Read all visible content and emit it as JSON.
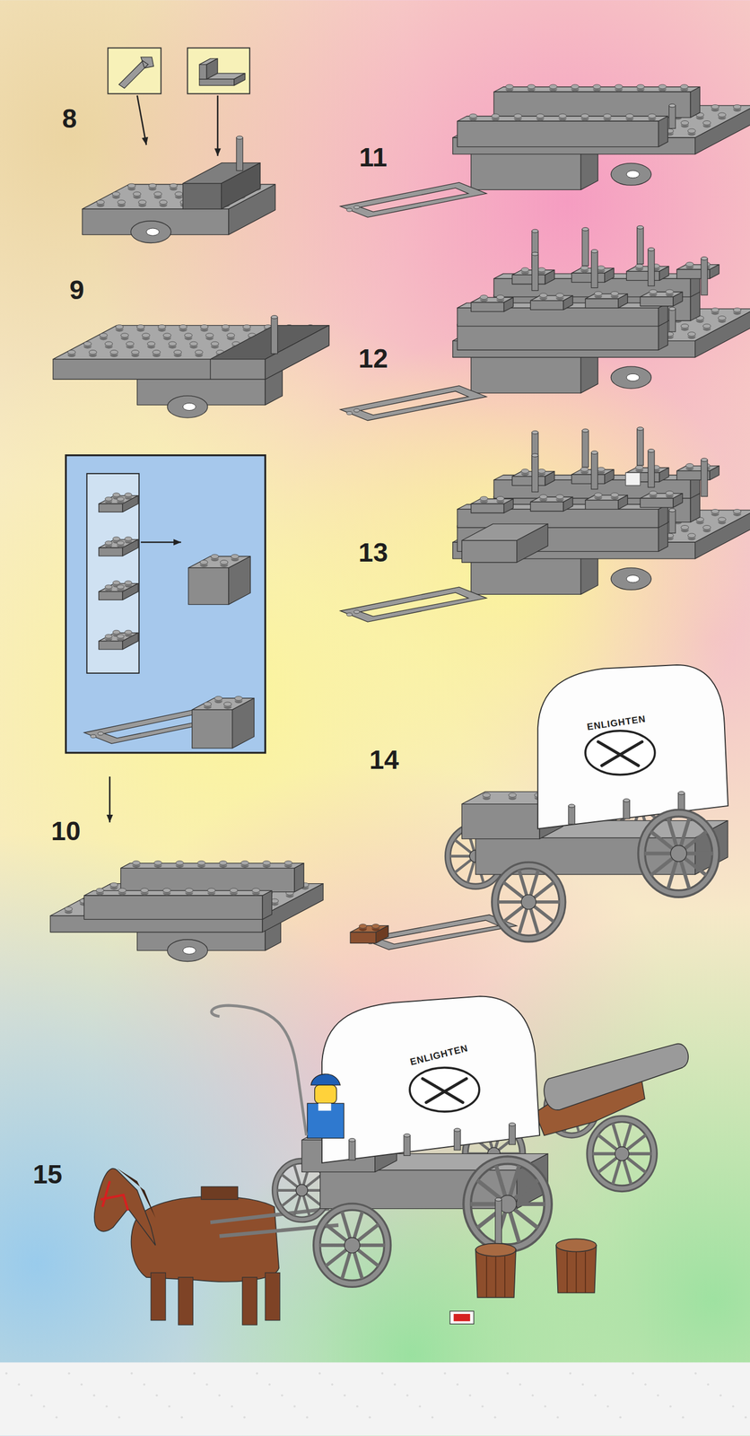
{
  "diagram": {
    "labels": [
      "8",
      "9",
      "10",
      "11",
      "12",
      "13",
      "14",
      "15",
      "ENLIGHTEN",
      "ENLIGHTEN"
    ]
  }
}
